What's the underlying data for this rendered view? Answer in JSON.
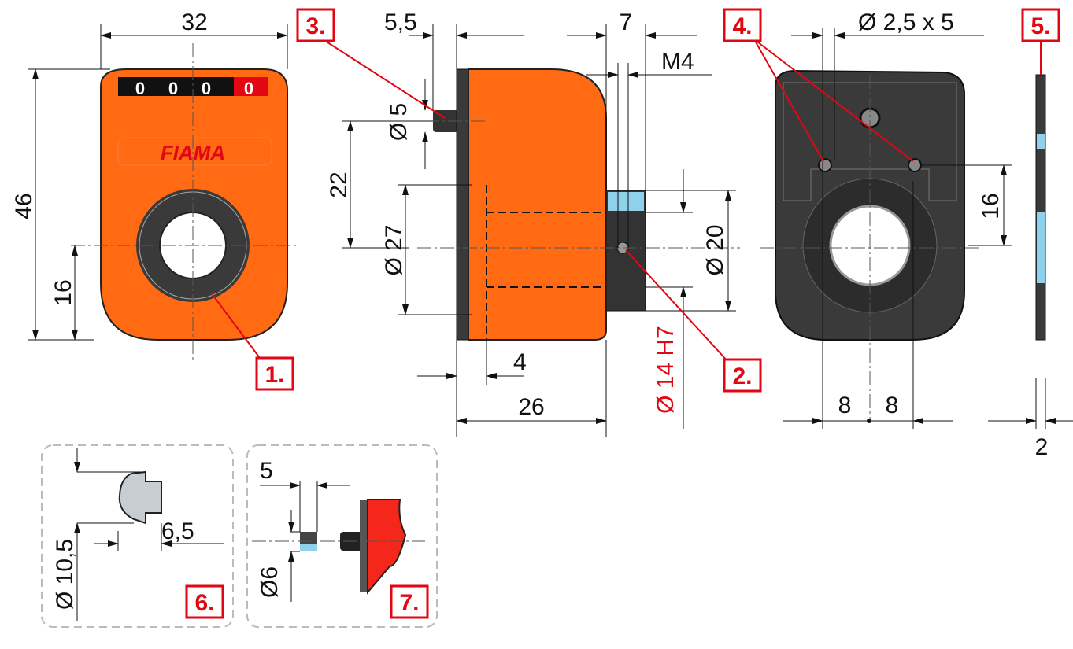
{
  "front_view": {
    "counter_digits": [
      "0",
      "0",
      "0",
      "0"
    ],
    "logo": "FIAMA",
    "dim_width": "32",
    "dim_height": "46",
    "dim_axis_height": "16"
  },
  "side_view": {
    "dim_pin_offset": "5,5",
    "dim_pin_dia": "Ø 5",
    "dim_pin_height": "22",
    "dim_body_dia": "Ø 27",
    "dim_plate": "4",
    "dim_depth": "26",
    "dim_hub_width": "7",
    "dim_thread": "M4",
    "dim_hub_dia": "Ø 20",
    "dim_bore": "Ø 14 H7"
  },
  "back_view": {
    "dim_holes": "Ø 2,5 x 5",
    "dim_hole_height": "16",
    "dim_left": "8",
    "dim_right": "8"
  },
  "edge_view": {
    "dim_thickness": "2"
  },
  "inset_6": {
    "dim_dia": "Ø 10,5",
    "dim_length": "6,5"
  },
  "inset_7": {
    "dim_length": "5",
    "dim_dia": "Ø6"
  },
  "labels": [
    "1.",
    "2.",
    "3.",
    "4.",
    "5.",
    "6.",
    "7."
  ],
  "colors": {
    "orange": "#ff6a13",
    "red": "#e30613",
    "dark": "#3a3a3a",
    "blue": "#8fd0ea"
  }
}
